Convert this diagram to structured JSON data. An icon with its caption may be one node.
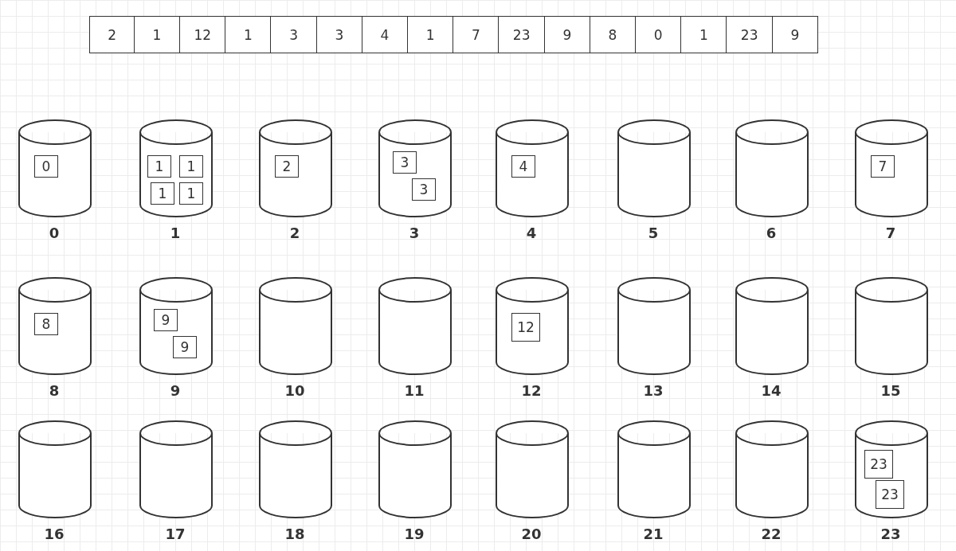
{
  "diagram": {
    "nodes": [
      {
        "text": [],
        "shape": "cylinder",
        "beside": [
          "0"
        ]
      },
      {
        "text": [
          "0"
        ],
        "in": 0
      },
      {
        "text": [],
        "shape": "cylinder",
        "beside": [
          "1"
        ]
      },
      {
        "text": [
          "1"
        ],
        "in": 2
      },
      {
        "text": [
          "1"
        ],
        "in": 2
      },
      {
        "text": [
          "1"
        ],
        "in": 2
      },
      {
        "text": [
          "1"
        ],
        "in": 2
      },
      {
        "text": [],
        "shape": "cylinder",
        "beside": [
          "2"
        ]
      },
      {
        "text": [
          "2"
        ],
        "in": 7
      },
      {
        "text": [],
        "shape": "cylinder",
        "beside": [
          "3"
        ]
      },
      {
        "text": [
          "3"
        ],
        "in": 9
      },
      {
        "text": [
          "3"
        ],
        "in": 9
      },
      {
        "text": [],
        "shape": "cylinder",
        "beside": [
          "4"
        ]
      },
      {
        "text": [
          "4"
        ],
        "in": 12
      },
      {
        "text": [],
        "shape": "cylinder",
        "beside": [
          "5"
        ]
      },
      {
        "text": [],
        "shape": "cylinder",
        "beside": [
          "6"
        ]
      },
      {
        "text": [],
        "shape": "cylinder",
        "beside": [
          "7"
        ]
      },
      {
        "text": [
          "7"
        ],
        "in": 16
      },
      {
        "text": [],
        "shape": "cylinder",
        "beside": [
          "8"
        ]
      },
      {
        "text": [
          "8"
        ],
        "in": 18
      },
      {
        "text": [],
        "shape": "cylinder",
        "beside": [
          "9"
        ]
      },
      {
        "text": [
          "9"
        ],
        "in": 20
      },
      {
        "text": [
          "9"
        ],
        "in": 20
      },
      {
        "text": [],
        "shape": "cylinder",
        "beside": [
          "10"
        ]
      },
      {
        "text": [],
        "shape": "cylinder",
        "beside": [
          "11"
        ]
      },
      {
        "text": [],
        "shape": "cylinder",
        "beside": [
          "12"
        ]
      },
      {
        "text": [
          "12"
        ],
        "in": 25
      },
      {
        "text": [],
        "shape": "cylinder",
        "beside": [
          "13"
        ]
      },
      {
        "text": [],
        "shape": "cylinder",
        "beside": [
          "14"
        ]
      },
      {
        "text": [],
        "shape": "cylinder",
        "beside": [
          "15"
        ]
      },
      {
        "text": [],
        "shape": "cylinder",
        "beside": [
          "16"
        ]
      },
      {
        "text": [],
        "shape": "cylinder",
        "beside": [
          "17"
        ]
      },
      {
        "text": [],
        "shape": "cylinder",
        "beside": [
          "18"
        ]
      },
      {
        "text": [],
        "shape": "cylinder",
        "beside": [
          "19"
        ]
      },
      {
        "text": [],
        "shape": "cylinder",
        "beside": [
          "20"
        ]
      },
      {
        "text": [],
        "shape": "cylinder",
        "beside": [
          "21"
        ]
      },
      {
        "text": [],
        "shape": "cylinder",
        "beside": [
          "22"
        ]
      },
      {
        "text": [],
        "shape": "cylinder",
        "beside": [
          "23"
        ]
      },
      {
        "text": [
          "23"
        ],
        "in": 37
      },
      {
        "text": [
          "23"
        ],
        "in": 37
      }
    ],
    "labels": [
      "2",
      "1",
      "12",
      "1",
      "3",
      "3",
      "4",
      "1",
      "7",
      "23",
      "9",
      "8",
      "0",
      "1",
      "23",
      "9"
    ]
  }
}
